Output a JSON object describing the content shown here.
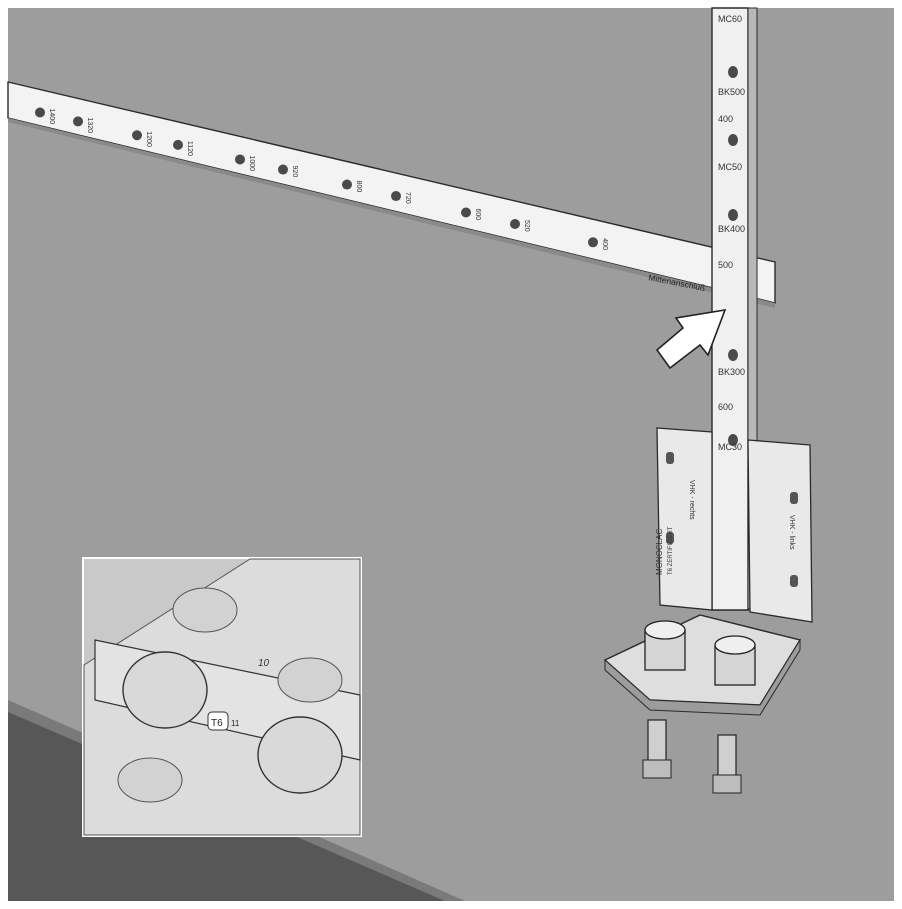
{
  "colors": {
    "wall": "#9a9a9a",
    "wall_light": "#a4a4a4",
    "floor": "#5a5a5a",
    "rail": "#f2f2f2",
    "rail_shadow": "#8d8d8d",
    "metal": "#e7e7e7",
    "outline": "#2a2a2a",
    "hole": "#4a4a4a",
    "inset_bg": "#c8c8c8",
    "frame": "#ffffff"
  },
  "horizontal_rail": {
    "scale_labels": [
      "1400",
      "1320",
      "1200",
      "1120",
      "1000",
      "920",
      "800",
      "720",
      "600",
      "520",
      "400"
    ],
    "center_label": "Mittenanschluß",
    "center_badge": "T6"
  },
  "vertical_rail": {
    "labels": [
      "MC60",
      "BK500",
      "400",
      "MC50",
      "BK400",
      "500",
      "BK300",
      "600",
      "MC30"
    ]
  },
  "bracket": {
    "left_label": "VHK - rechts",
    "right_label": "VHK - links",
    "center_label": "MONOCLAC",
    "center_sublabel": "T6 ZERTIFIZIERT"
  },
  "inset": {
    "number_label": "10",
    "badge": "T6",
    "badge_suffix": "11"
  },
  "icons": {
    "arrow": "arrow-pointer-icon",
    "valve": "valve-icon"
  }
}
